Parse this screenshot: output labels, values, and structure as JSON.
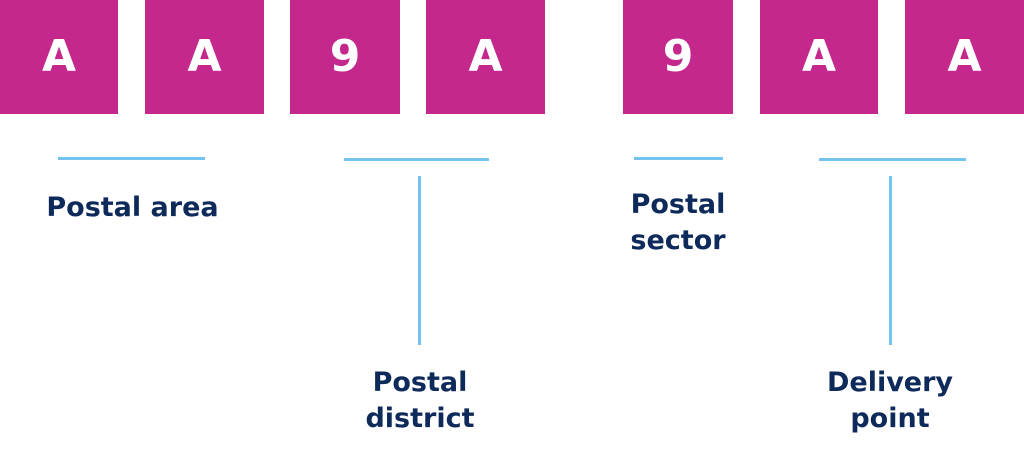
{
  "colors": {
    "box": "#c4288d",
    "box_text": "#ffffff",
    "line": "#74c2ee",
    "label_text": "#0e2a5a"
  },
  "boxes": [
    {
      "char": "A"
    },
    {
      "char": "A"
    },
    {
      "char": "9"
    },
    {
      "char": "A"
    },
    {
      "char": "9"
    },
    {
      "char": "A"
    },
    {
      "char": "A"
    }
  ],
  "labels": {
    "postal_area": {
      "line1": "Postal area"
    },
    "postal_district": {
      "line1": "Postal",
      "line2": "district"
    },
    "postal_sector": {
      "line1": "Postal",
      "line2": "sector"
    },
    "delivery_point": {
      "line1": "Delivery",
      "line2": "point"
    }
  }
}
